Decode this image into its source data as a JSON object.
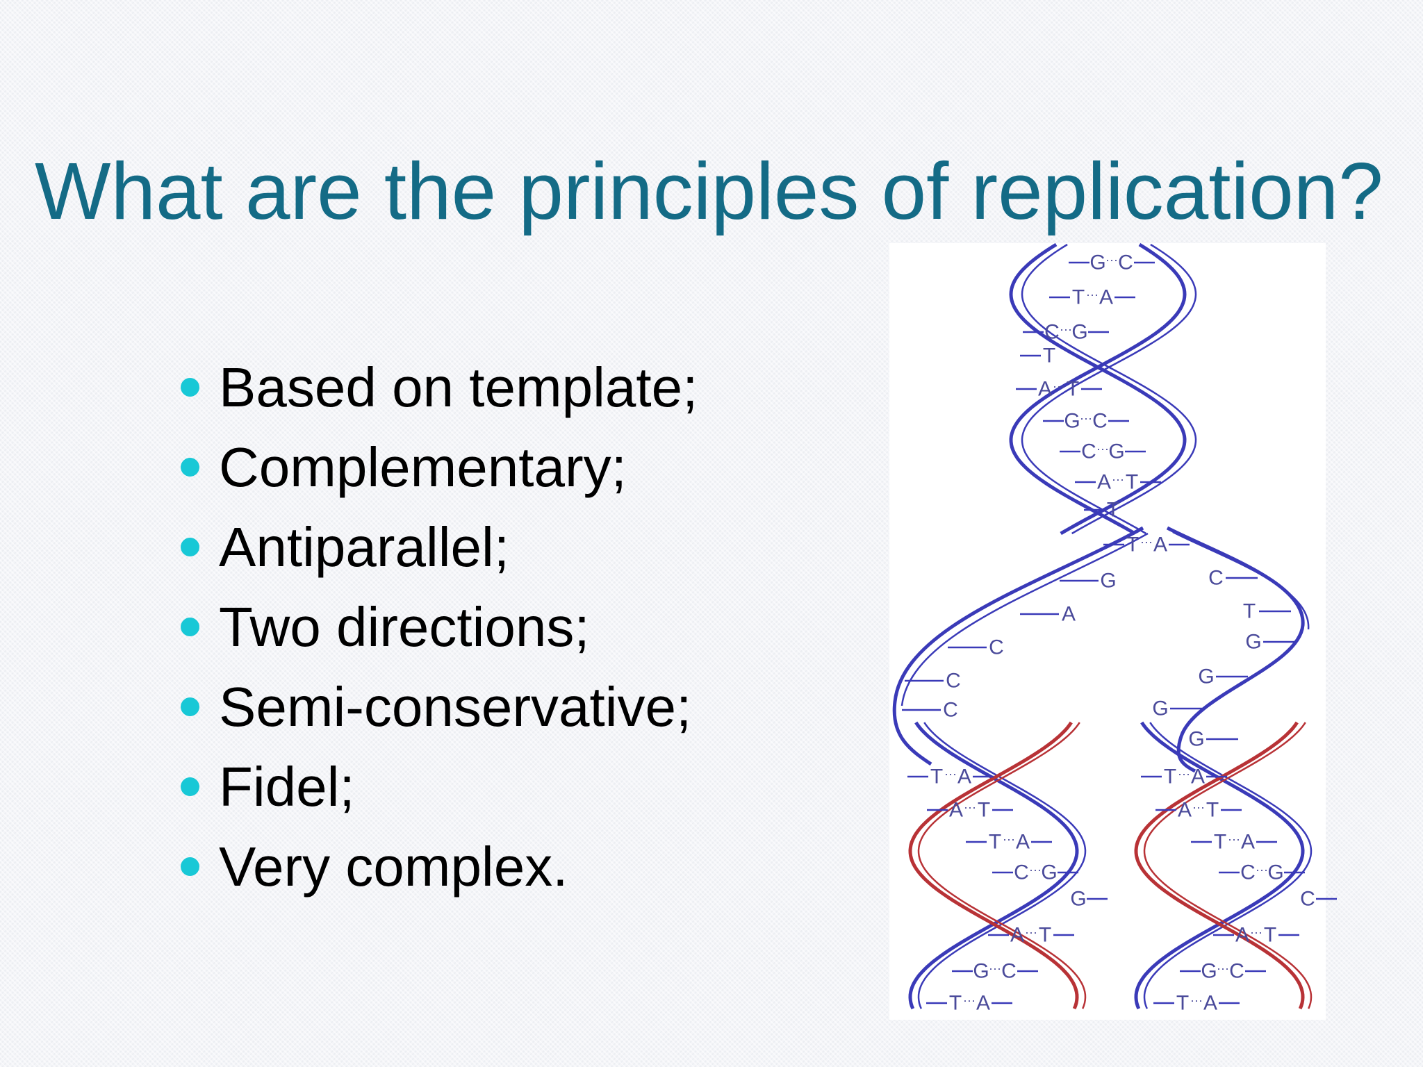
{
  "slide": {
    "title": "What are the principles of replication?",
    "bullets": [
      "Based on template;",
      "Complementary;",
      "Antiparallel;",
      "Two directions;",
      "Semi-conservative;",
      "Fidel;",
      "Very complex."
    ],
    "colors": {
      "title": "#146b86",
      "bullet_dot": "#18c8d6",
      "parent_strand": "#3a3ab8",
      "new_strand": "#b83236",
      "base_letter": "#4a4a9a"
    }
  },
  "figure": {
    "parental_pairs": [
      [
        "G",
        "C"
      ],
      [
        "T",
        "A"
      ],
      [
        "C",
        "G"
      ],
      [
        "T",
        ""
      ],
      [
        "A",
        "T"
      ],
      [
        "G",
        "C"
      ],
      [
        "C",
        "G"
      ],
      [
        "A",
        "T"
      ],
      [
        "T",
        ""
      ],
      [
        "T",
        "A"
      ]
    ],
    "fork_left_bases": [
      "G",
      "A",
      "C",
      "C",
      "C"
    ],
    "fork_right_bases": [
      "C",
      "T",
      "G",
      "G",
      "G",
      "G"
    ],
    "left_daughter_pairs": [
      [
        "T",
        "A"
      ],
      [
        "A",
        "T"
      ],
      [
        "T",
        "A"
      ],
      [
        "C",
        "G"
      ],
      [
        "",
        "G"
      ],
      [
        "A",
        "T"
      ],
      [
        "G",
        "C"
      ],
      [
        "T",
        "A"
      ]
    ],
    "right_daughter_pairs": [
      [
        "T",
        "A"
      ],
      [
        "A",
        "T"
      ],
      [
        "T",
        "A"
      ],
      [
        "C",
        "G"
      ],
      [
        "",
        "C"
      ],
      [
        "A",
        "T"
      ],
      [
        "G",
        "C"
      ],
      [
        "T",
        "A"
      ]
    ]
  }
}
